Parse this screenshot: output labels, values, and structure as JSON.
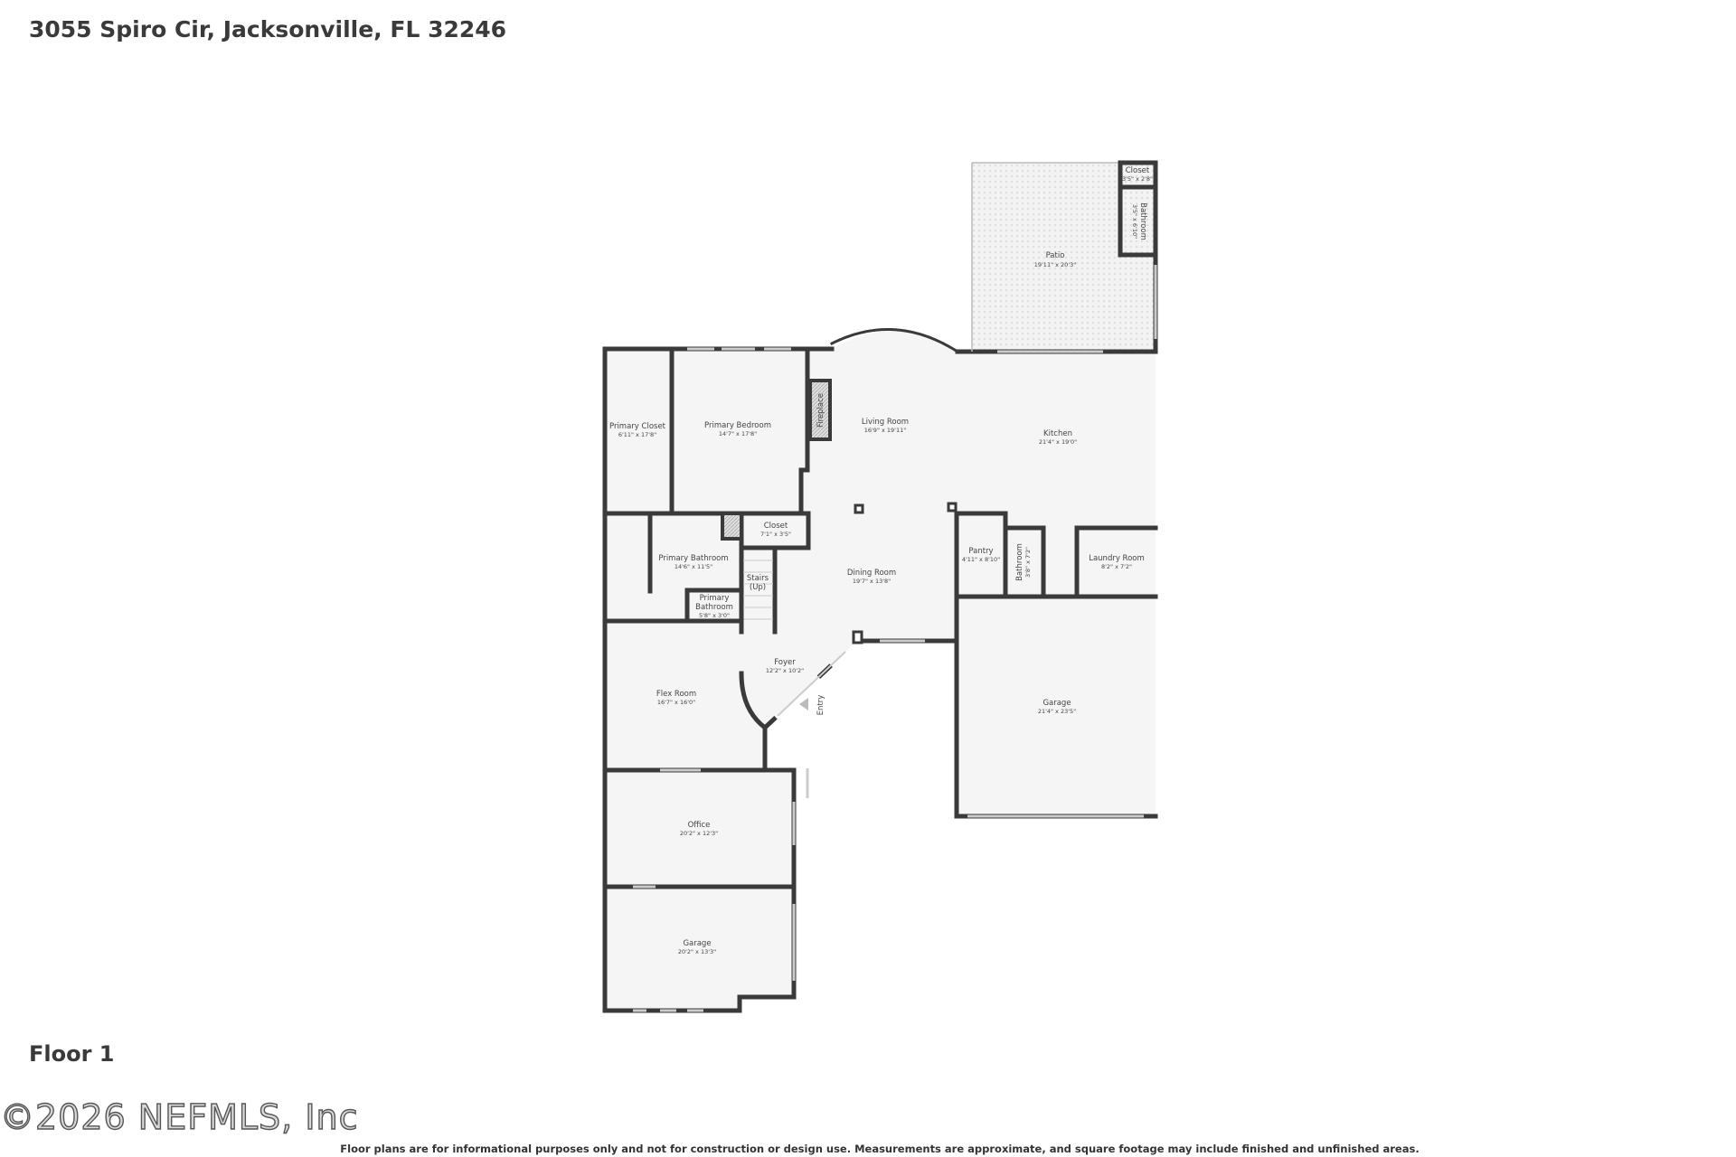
{
  "title": "3055 Spiro Cir, Jacksonville, FL 32246",
  "floor_label": "Floor 1",
  "watermark": "©2026 NEFMLS, Inc",
  "disclaimer": "Floor plans are for informational purposes only and not for construction or design use. Measurements are approximate, and square footage may include finished and unfinished areas.",
  "entry_label": "Entry",
  "rooms": {
    "patio": {
      "name": "Patio",
      "dim": "19'11\" x 20'3\""
    },
    "patio_closet": {
      "name": "Closet",
      "dim": "3'5\" x 2'8\""
    },
    "patio_bathroom": {
      "name": "Bathroom",
      "dim": "3'5\" x 6'10\""
    },
    "primary_closet": {
      "name": "Primary Closet",
      "dim": "6'11\" x 17'8\""
    },
    "primary_bedroom": {
      "name": "Primary Bedroom",
      "dim": "14'7\" x 17'8\""
    },
    "fireplace": {
      "name": "Fireplace"
    },
    "living_room": {
      "name": "Living Room",
      "dim": "16'9\" x 19'11\""
    },
    "kitchen": {
      "name": "Kitchen",
      "dim": "21'4\" x 19'0\""
    },
    "closet": {
      "name": "Closet",
      "dim": "7'1\" x 3'5\""
    },
    "primary_bathroom": {
      "name": "Primary Bathroom",
      "dim": "14'6\" x 11'5\""
    },
    "primary_bathroom_small": {
      "name1": "Primary",
      "name2": "Bathroom",
      "dim": "5'8\" x 3'0\""
    },
    "stairs": {
      "name1": "Stairs",
      "name2": "(Up)"
    },
    "dining_room": {
      "name": "Dining Room",
      "dim": "19'7\" x 13'8\""
    },
    "pantry": {
      "name": "Pantry",
      "dim": "4'11\" x 8'10\""
    },
    "bathroom": {
      "name": "Bathroom",
      "dim": "3'8\" x 7'2\""
    },
    "laundry_room": {
      "name": "Laundry Room",
      "dim": "8'2\" x 7'2\""
    },
    "foyer": {
      "name": "Foyer",
      "dim": "12'2\" x 10'2\""
    },
    "flex_room": {
      "name": "Flex Room",
      "dim": "16'7\" x 16'0\""
    },
    "garage_main": {
      "name": "Garage",
      "dim": "21'4\" x 23'5\""
    },
    "office": {
      "name": "Office",
      "dim": "20'2\" x 12'3\""
    },
    "garage_side": {
      "name": "Garage",
      "dim": "20'2\" x 13'3\""
    }
  },
  "colors": {
    "wall": "#3a3a3a",
    "floor": "#f5f5f5",
    "patio": "#f0f0f0"
  }
}
